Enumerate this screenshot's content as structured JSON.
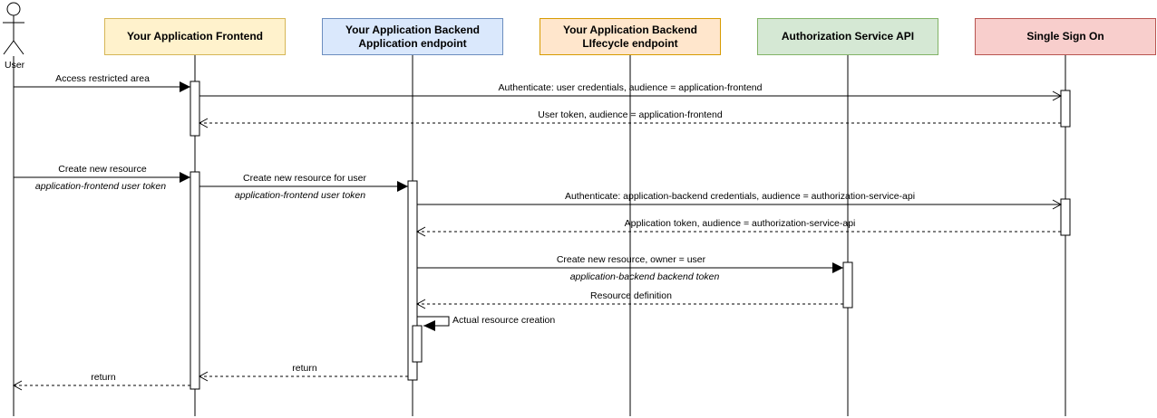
{
  "actor": {
    "label": "User"
  },
  "participants": [
    {
      "id": "frontend",
      "line1": "Your Application Frontend",
      "line2": "",
      "fill": "#fff2cc",
      "stroke": "#d6b656"
    },
    {
      "id": "backend-app",
      "line1": "Your Application Backend",
      "line2": "Application endpoint",
      "fill": "#dae8fc",
      "stroke": "#6c8ebf"
    },
    {
      "id": "backend-lifecycle",
      "line1": "Your Application Backend",
      "line2": "LIfecycle endpoint",
      "fill": "#ffe6cc",
      "stroke": "#d79b00"
    },
    {
      "id": "auth-api",
      "line1": "Authorization Service API",
      "line2": "",
      "fill": "#d5e8d4",
      "stroke": "#82b366"
    },
    {
      "id": "sso",
      "line1": "Single Sign On",
      "line2": "",
      "fill": "#f8cecc",
      "stroke": "#b85450"
    }
  ],
  "messages": [
    {
      "label": "Access restricted area",
      "sublabel": "",
      "from": "user",
      "to": "frontend",
      "style": "sync"
    },
    {
      "label": "Authenticate: user credentials, audience = application-frontend",
      "sublabel": "",
      "from": "frontend",
      "to": "sso",
      "style": "open"
    },
    {
      "label": "User token, audience = application-frontend",
      "sublabel": "",
      "from": "sso",
      "to": "frontend",
      "style": "return"
    },
    {
      "label": "Create new resource",
      "sublabel": "application-frontend user token",
      "from": "user",
      "to": "frontend",
      "style": "sync"
    },
    {
      "label": "Create new resource for user",
      "sublabel": "application-frontend user token",
      "from": "frontend",
      "to": "backend-app",
      "style": "sync"
    },
    {
      "label": "Authenticate: application-backend credentials, audience = authorization-service-api",
      "sublabel": "",
      "from": "backend-app",
      "to": "sso",
      "style": "open"
    },
    {
      "label": "Application token, audience = authorization-service-api",
      "sublabel": "",
      "from": "sso",
      "to": "backend-app",
      "style": "return"
    },
    {
      "label": "Create new resource, owner = user",
      "sublabel": "application-backend backend token",
      "from": "backend-app",
      "to": "auth-api",
      "style": "sync"
    },
    {
      "label": "Resource definition",
      "sublabel": "",
      "from": "auth-api",
      "to": "backend-app",
      "style": "return"
    },
    {
      "label": "Actual resource creation",
      "sublabel": "",
      "from": "backend-app",
      "to": "backend-app",
      "style": "self"
    },
    {
      "label": "return",
      "sublabel": "",
      "from": "backend-app",
      "to": "frontend",
      "style": "return"
    },
    {
      "label": "return",
      "sublabel": "",
      "from": "frontend",
      "to": "user",
      "style": "return"
    }
  ]
}
